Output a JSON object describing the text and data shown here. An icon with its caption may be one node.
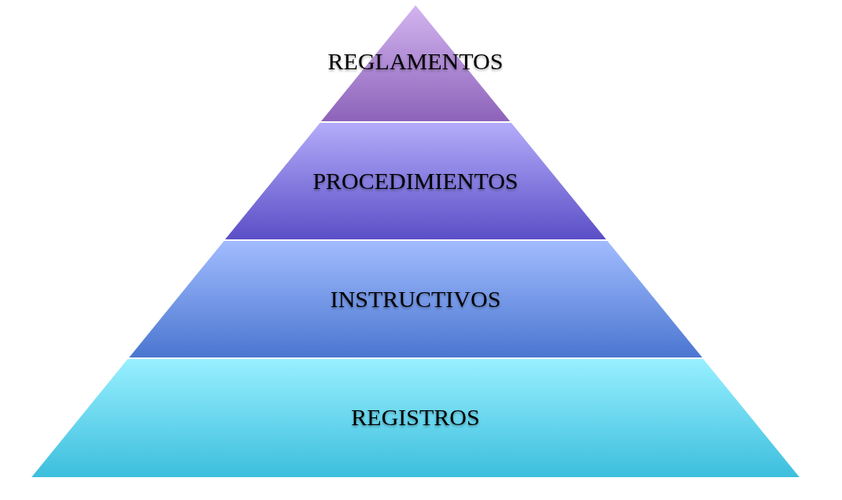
{
  "diagram": {
    "nodes": [
      {
        "text": [
          "REGLAMENTOS"
        ]
      },
      {
        "text": [
          "PROCEDIMIENTOS"
        ]
      },
      {
        "text": [
          "INSTRUCTIVOS"
        ]
      },
      {
        "text": [
          "REGISTROS"
        ]
      }
    ]
  }
}
